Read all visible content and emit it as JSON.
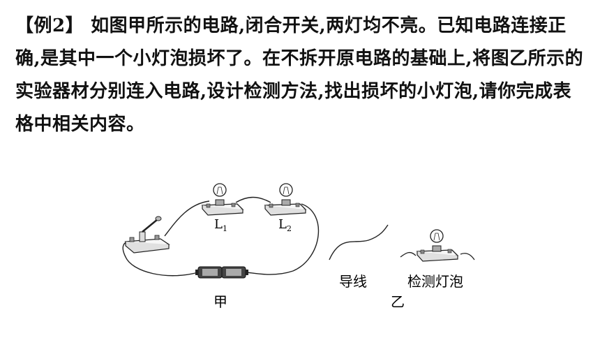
{
  "problem": {
    "tag": "【例2】",
    "text": "如图甲所示的电路,闭合开关,两灯均不亮。已知电路连接正确,是其中一个小灯泡损坏了。在不拆开原电路的基础上,将图乙所示的实验器材分别连入电路,设计检测方法,找出损坏的小灯泡,请你完成表格中相关内容。"
  },
  "figure": {
    "lamp1_label": "L",
    "lamp1_sub": "1",
    "lamp2_label": "L",
    "lamp2_sub": "2",
    "caption_jia": "甲",
    "wire_label": "导线",
    "tester_label": "检测灯泡",
    "caption_yi": "乙"
  }
}
